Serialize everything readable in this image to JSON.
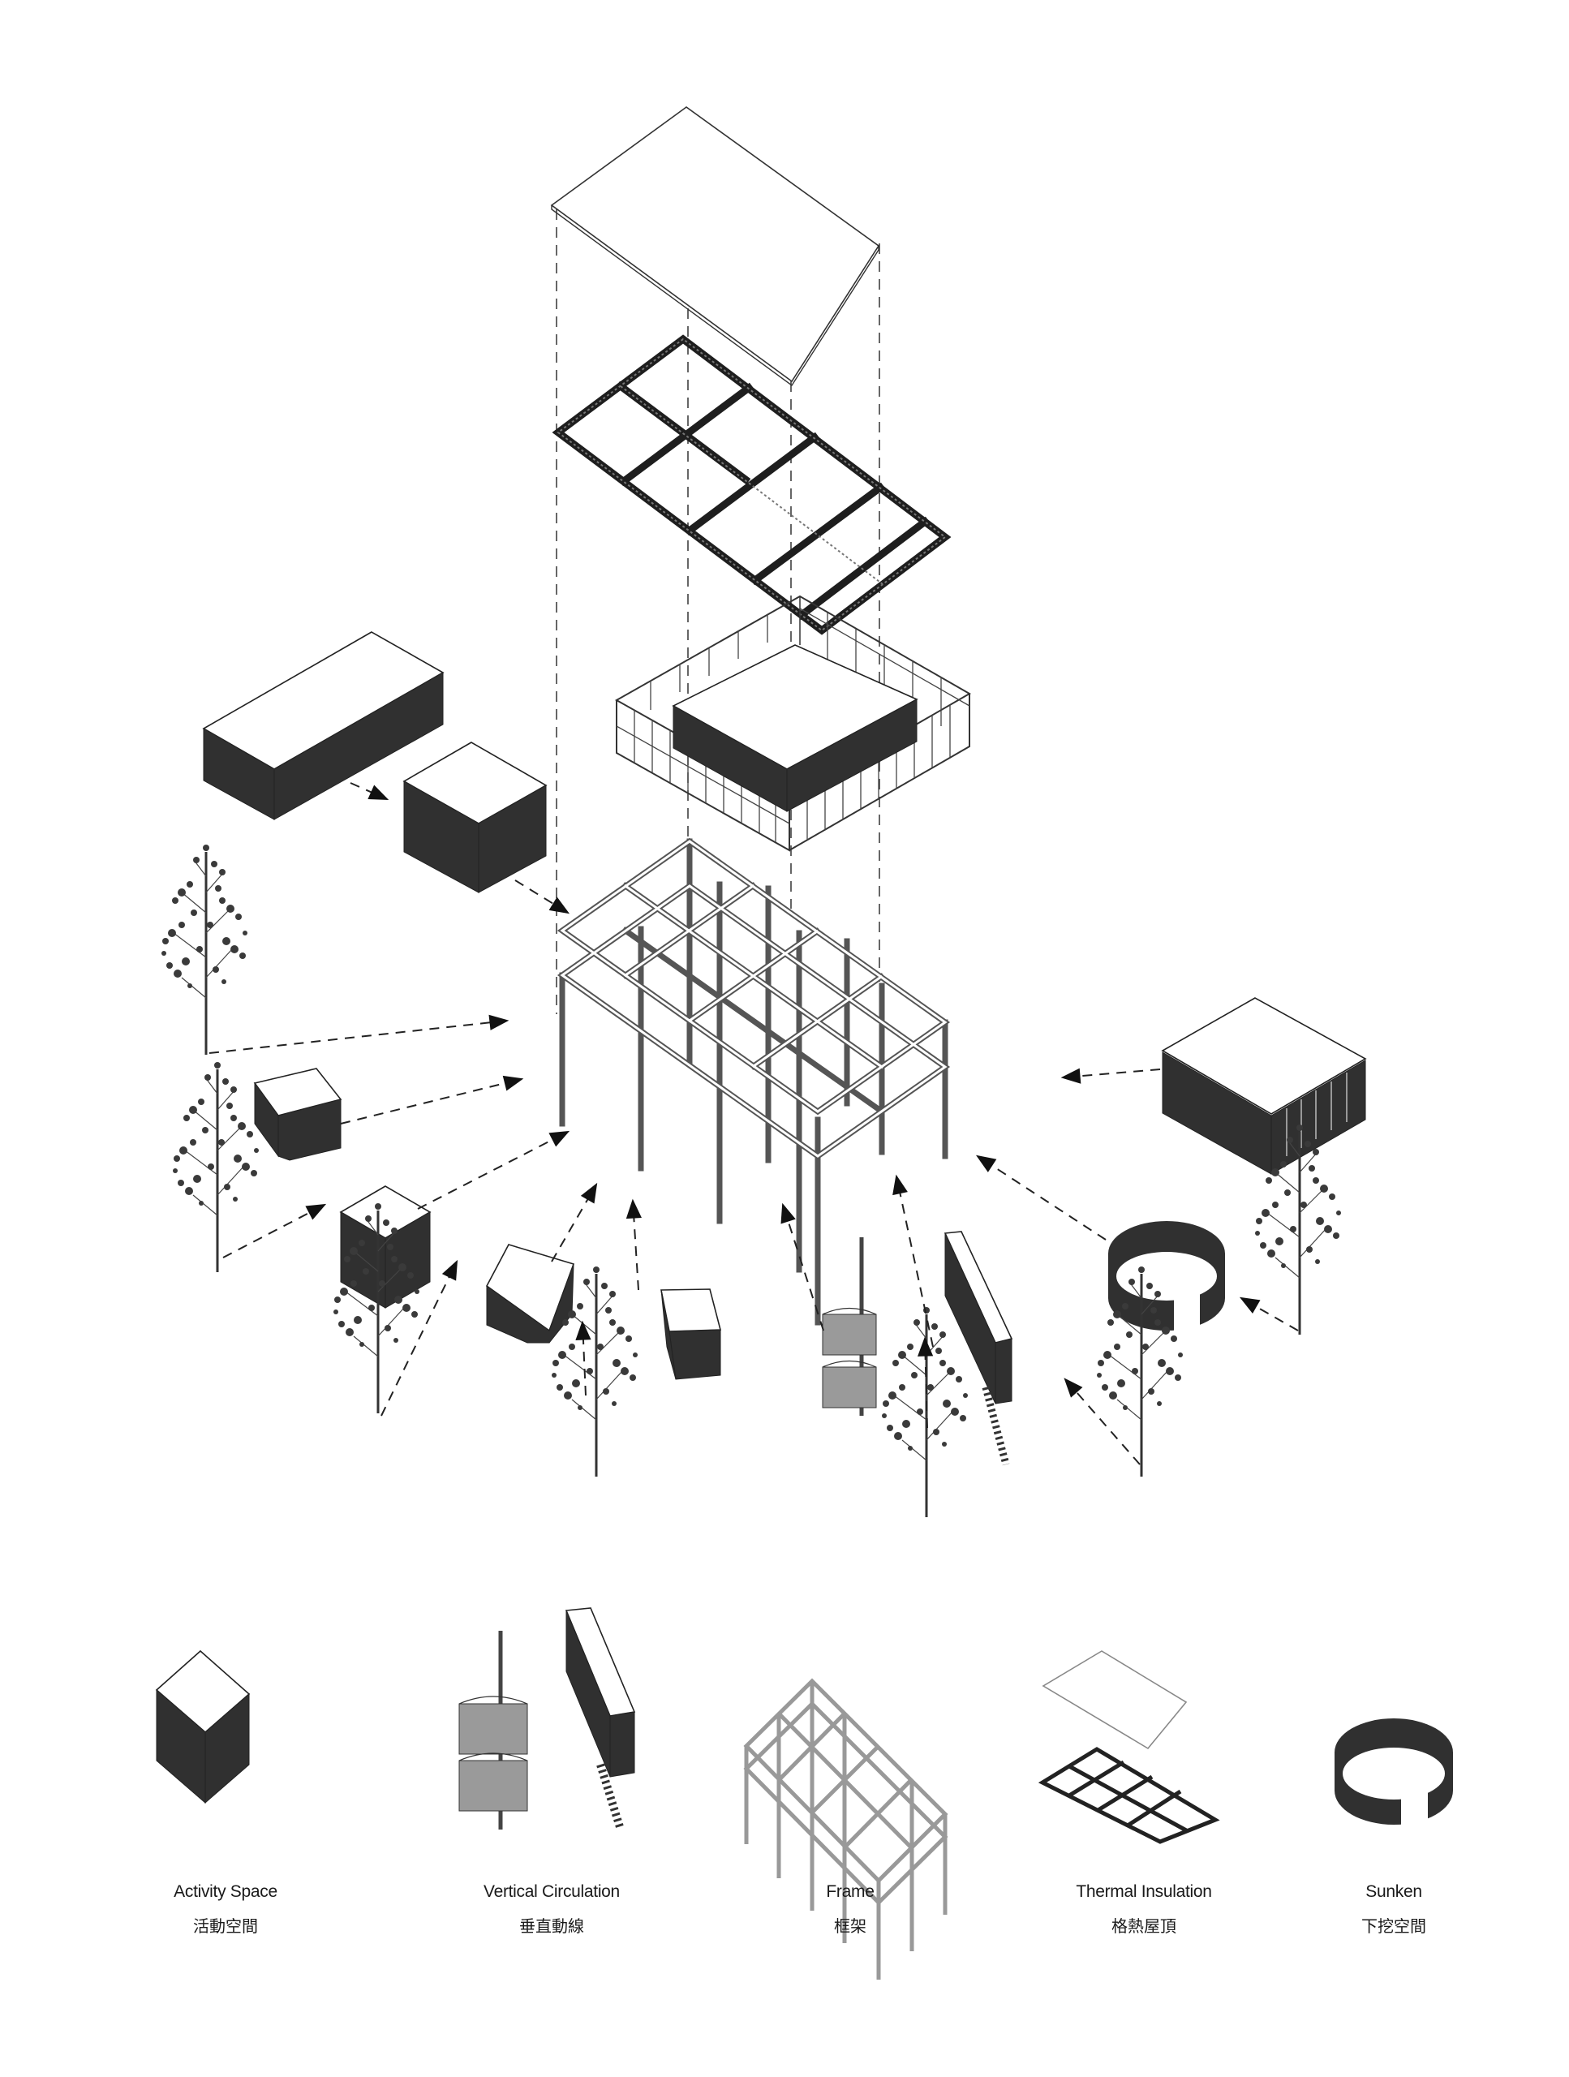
{
  "diagram": {
    "title": "",
    "type": "exploded axonometric",
    "layers_top_to_bottom": [
      "roof-panel",
      "roof-truss-grid",
      "glass-wall-enclosure",
      "steel-frame"
    ],
    "surrounding_elements": [
      "activity-space-blocks",
      "vertical-circulation-stair",
      "wall-with-stair",
      "sunken-ring",
      "trees"
    ],
    "colors": {
      "solid_fill": "#303030",
      "line": "#222222",
      "background": "#ffffff"
    }
  },
  "legend": {
    "items": [
      {
        "key": "activity-space",
        "en": "Activity Space",
        "zh": "活動空間"
      },
      {
        "key": "vertical-circulation",
        "en": "Vertical Circulation",
        "zh": "垂直動線"
      },
      {
        "key": "frame",
        "en": "Frame",
        "zh": "框架"
      },
      {
        "key": "thermal-insulation",
        "en": "Thermal Insulation",
        "zh": "格熱屋頂"
      },
      {
        "key": "sunken",
        "en": "Sunken",
        "zh": "下挖空間"
      }
    ]
  }
}
